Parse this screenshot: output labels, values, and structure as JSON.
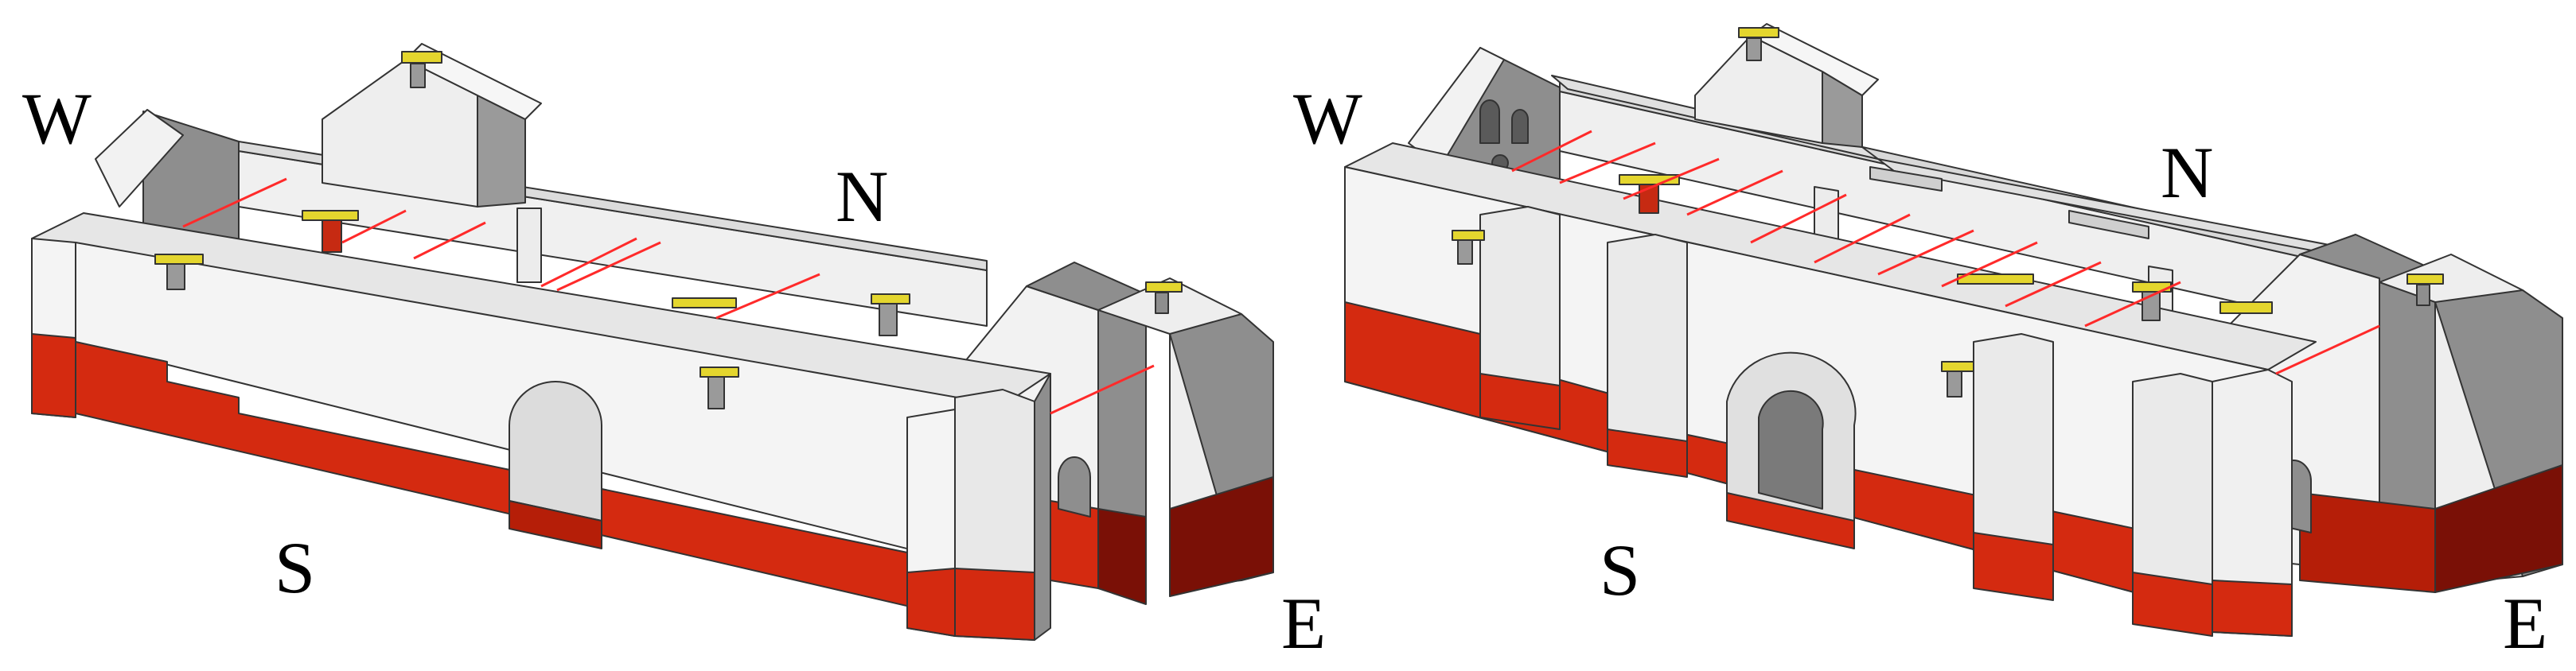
{
  "figure": {
    "panels": [
      {
        "id": "left",
        "orientation_labels": {
          "west": "W",
          "north": "N",
          "south": "S",
          "east": "E"
        }
      },
      {
        "id": "right",
        "orientation_labels": {
          "west": "W",
          "north": "N",
          "south": "S",
          "east": "E"
        }
      }
    ],
    "colors": {
      "wall_light": "#f2f2f2",
      "wall_mid": "#d6d6d6",
      "wall_shadow": "#8e8e8e",
      "base_red": "#d42a10",
      "base_red_dark": "#7a1006",
      "tie_beam": "#ff2a2a",
      "lintel_yellow": "#e4d62e",
      "outline": "#333333"
    }
  }
}
